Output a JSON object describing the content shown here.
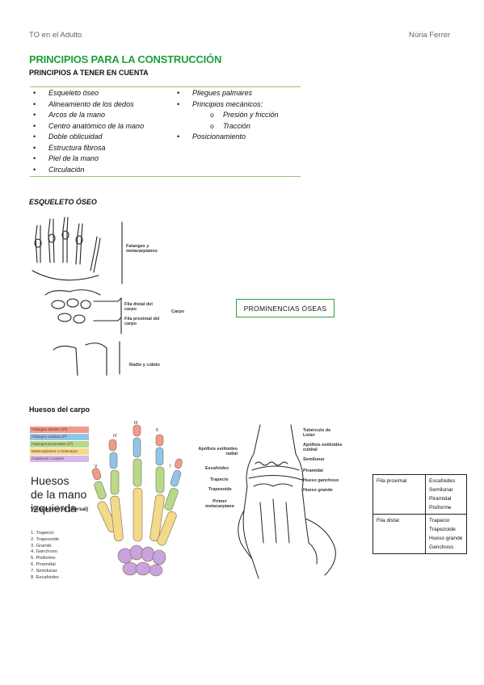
{
  "header": {
    "left": "TO  en el Adulto",
    "right": "Núria Ferrer"
  },
  "page_title": "PRINCIPIOS PARA LA CONSTRUCCIÓN",
  "subtitle": "PRINCIPIOS A TENER EN CUENTA",
  "principles_left": [
    "Esqueleto óseo",
    "Alineamiento de los dedos",
    "Arcos de la mano",
    "Centro anatómico de la mano",
    "Doble oblicuidad",
    "Estructura fibrosa",
    "Piel de la mano",
    "Circulación"
  ],
  "principles_right": {
    "item1": "Pliegues palmares",
    "item2": "Principios mecánicos:",
    "sub1": "Presión y fricción",
    "sub2": "Tracción",
    "item3": "Posicionamiento"
  },
  "section_skeleton": "ESQUELETO ÓSEO",
  "skeleton_labels": {
    "phalanges": "Falanges y metacarpianos",
    "distal_row": "Fila distal del carpo",
    "proximal_row": "Fila proximal del carpo",
    "carpo": "Carpo",
    "radius_ulna": "Radio y cúbito"
  },
  "prominences_box": "PROMINENCIAS ÓSEAS",
  "section_carpal": "Huesos del carpo",
  "hand_legend": [
    {
      "label": "Falanges distales (5ª)",
      "color": "#f29a8a"
    },
    {
      "label": "Falanges medias (2ª)",
      "color": "#8ec6ea"
    },
    {
      "label": "Falanges proximales (3ª)",
      "color": "#b8d98a"
    },
    {
      "label": "Metacarpianos o metacarpo",
      "color": "#f3d98a"
    },
    {
      "label": "Carpianos o carpos",
      "color": "#d7b8e8"
    }
  ],
  "hand_title_l1": "Huesos",
  "hand_title_l2": "de la mano",
  "hand_title_l3": "izquierda",
  "hand_view": "Vista posterior (dorsal)",
  "hand_bones": [
    "1. Trapecio",
    "2. Trapezoide",
    "3. Grande",
    "4. Ganchoso",
    "5. Pisiforme",
    "6. Piramidal",
    "7. Semilunar",
    "8. Escafoides"
  ],
  "finger_numerals": [
    "I",
    "II",
    "III",
    "IV",
    "V"
  ],
  "wrist_labels": {
    "lister": "Tubérculo de Lister",
    "styloid_ulnar": "Apófisis estiloides cubital",
    "styloid_radial": "Apófisis estiloides radial",
    "semilunar": "Semilunar",
    "escafoides": "Escafoides",
    "piramidal": "Piramidal",
    "trapecio": "Trapecio",
    "ganchoso": "Hueso ganchoso",
    "trapezoide": "Trapezoide",
    "grande": "Hueso grande",
    "metacarpiano": "Primer metacarpiano"
  },
  "carpal_table": [
    {
      "row": "Fila proximal",
      "bones": [
        "Escafoides",
        "Semilunar",
        "Piramidal",
        "Pisiforme"
      ]
    },
    {
      "row": "Fila distal",
      "bones": [
        "Trapecio",
        "Trapezoide",
        "Hueso grande",
        "Ganchoso"
      ]
    }
  ]
}
